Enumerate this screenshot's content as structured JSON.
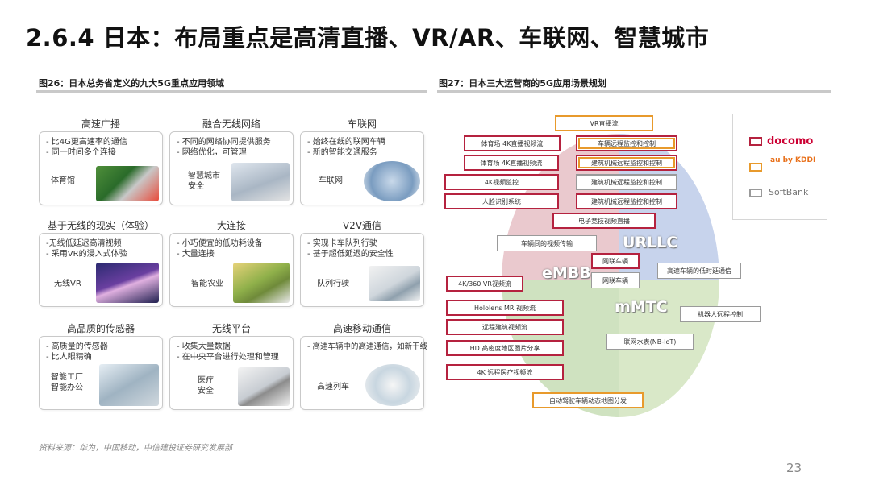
{
  "slide": {
    "title": "2.6.4  日本：布局重点是高清直播、VR/AR、车联网、智慧城市",
    "source": "资料来源：华为，中国移动，中信建投证券研究发展部",
    "page_number": "23"
  },
  "fig26": {
    "caption": "图26：日本总务省定义的九大5G重点应用领域",
    "cells": [
      {
        "heading": "高速广播",
        "bullets": [
          "- 比4G更高速率的通信",
          "- 同一时间多个连接"
        ],
        "tag": "体育馆"
      },
      {
        "heading": "融合无线网络",
        "bullets": [
          "- 不同的网络协同提供服务",
          "- 网络优化，可管理"
        ],
        "tag": "智慧城市\n安全"
      },
      {
        "heading": "车联网",
        "bullets": [
          "- 始终在线的联网车辆",
          "- 新的智能交通服务"
        ],
        "tag": "车联网"
      },
      {
        "heading": "基于无线的现实（体验）",
        "bullets": [
          "-无线低延迟高清视频",
          "- 采用VR的浸入式体验"
        ],
        "tag": "无线VR"
      },
      {
        "heading": "大连接",
        "bullets": [
          "- 小巧便宜的低功耗设备",
          "- 大量连接"
        ],
        "tag": "智能农业"
      },
      {
        "heading": "V2V通信",
        "bullets": [
          "- 实现卡车队列行驶",
          "- 基于超低延迟的安全性"
        ],
        "tag": "队列行驶"
      },
      {
        "heading": "高品质的传感器",
        "bullets": [
          "- 高质量的传感器",
          "- 比人眼精确"
        ],
        "tag": "智能工厂\n智能办公"
      },
      {
        "heading": "无线平台",
        "bullets": [
          "- 收集大量数据",
          "- 在中央平台进行处理和管理"
        ],
        "tag": "医疗\n安全"
      },
      {
        "heading": "高速移动通信",
        "bullets": [
          "- 高速车辆中的高速通信，如新干线"
        ],
        "tag": "高速列车"
      }
    ]
  },
  "fig27": {
    "caption": "图27：日本三大运营商的5G应用场景规划",
    "regions": {
      "urllc": "URLLC",
      "embb": "eMBB",
      "mmtc": "mMTC"
    },
    "boxes": {
      "b1": "VR直播流",
      "b2": "体育场 4K直播视频流",
      "b3": "车辆远程监控和控制",
      "b4": "体育场 4K直播视频流",
      "b5": "建筑机械远程监控和控制",
      "b6": "4K视频监控",
      "b7": "建筑机械远程监控和控制",
      "b8": "人脸识别系统",
      "b9": "建筑机械远程监控和控制",
      "b10": "电子竞技视频直播",
      "b11": "车辆间的视频传输",
      "b12": "网联车辆",
      "b13": "高速车辆的低时延通信",
      "b14": "4K/360 VR视频流",
      "b15": "网联车辆",
      "b16": "Hololens MR 视频流",
      "b17": "机器人远程控制",
      "b18": "远程建筑视频流",
      "b19": "联网水表(NB-IoT)",
      "b20": "HD 高密度地区图片分享",
      "b21": "4K 远程医疗视频流",
      "b22": "自动驾驶车辆动态地图分发"
    },
    "legend": [
      {
        "name": "docomo",
        "color": "#b5223f"
      },
      {
        "name": "au by KDDI",
        "color": "#e89a2c"
      },
      {
        "name": "SoftBank",
        "color": "#9a9a9a"
      }
    ]
  }
}
